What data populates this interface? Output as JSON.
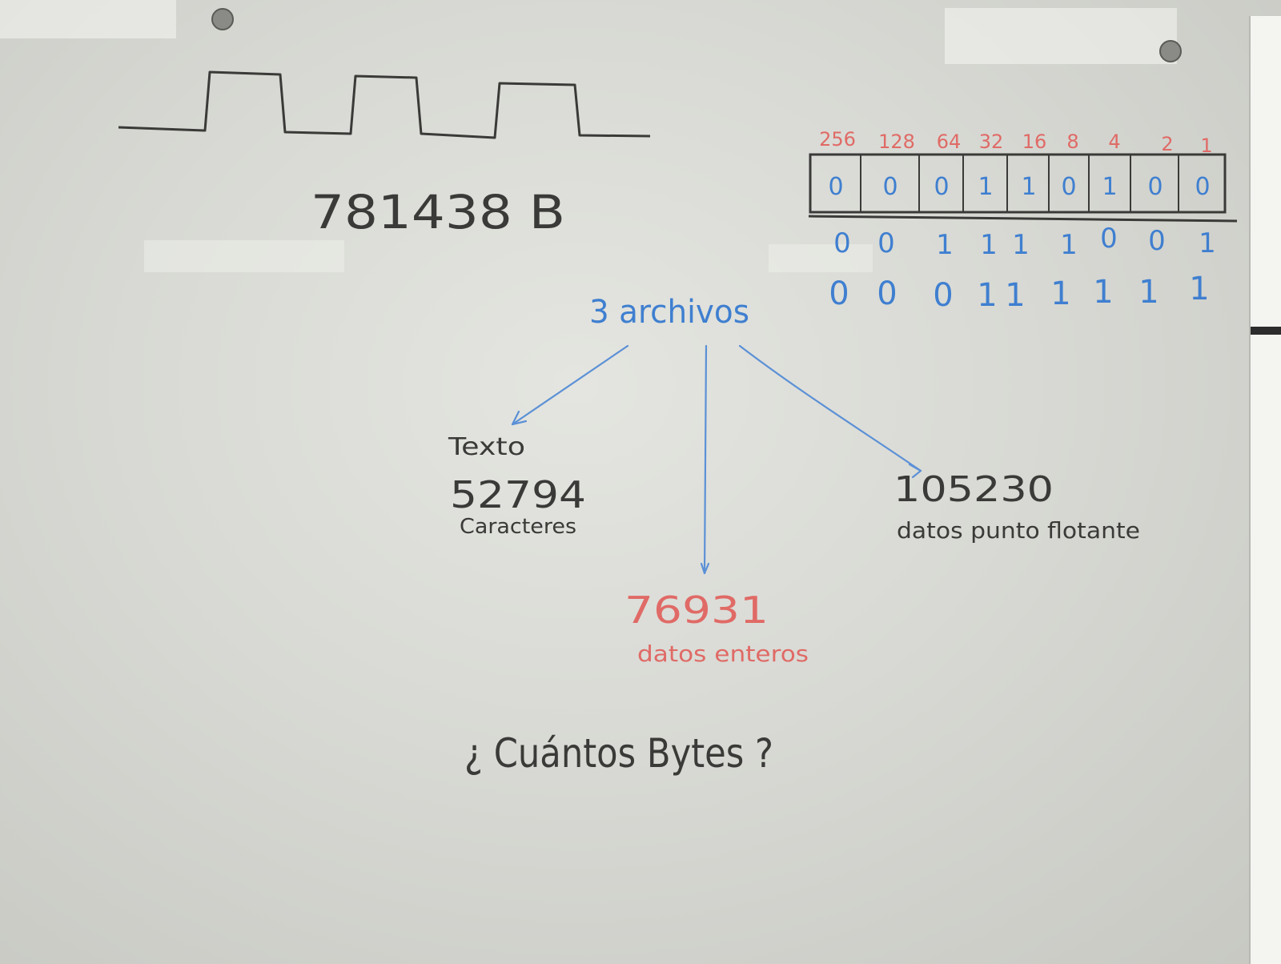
{
  "scene": {
    "surface": "whiteboard",
    "colors": {
      "dark_ink": "#3a3a38",
      "blue_ink": "#3f7fd0",
      "red_ink": "#e06a66",
      "board": "#dcddd8"
    }
  },
  "signal_label": "781438 B",
  "bit_table": {
    "weights": [
      "256",
      "128",
      "64",
      "32",
      "16",
      "8",
      "4",
      "2",
      "1"
    ],
    "cells": [
      "0",
      "0",
      "0",
      "1",
      "1",
      "0",
      "1",
      "0",
      "0"
    ],
    "row_2": [
      "0",
      "0",
      "1",
      "1",
      "1",
      "1",
      "0",
      "0",
      "1"
    ],
    "row_3": [
      "0",
      "0",
      "0",
      "1",
      "1",
      "1",
      "1",
      "1",
      "1"
    ]
  },
  "center": {
    "label": "3 archivos"
  },
  "files": {
    "text": {
      "title": "Texto",
      "value": "52794",
      "unit": "Caracteres"
    },
    "ints": {
      "value": "76931",
      "unit": "datos enteros"
    },
    "floats": {
      "value": "105230",
      "unit": "datos punto flotante"
    }
  },
  "question": "¿ Cuántos Bytes ?"
}
